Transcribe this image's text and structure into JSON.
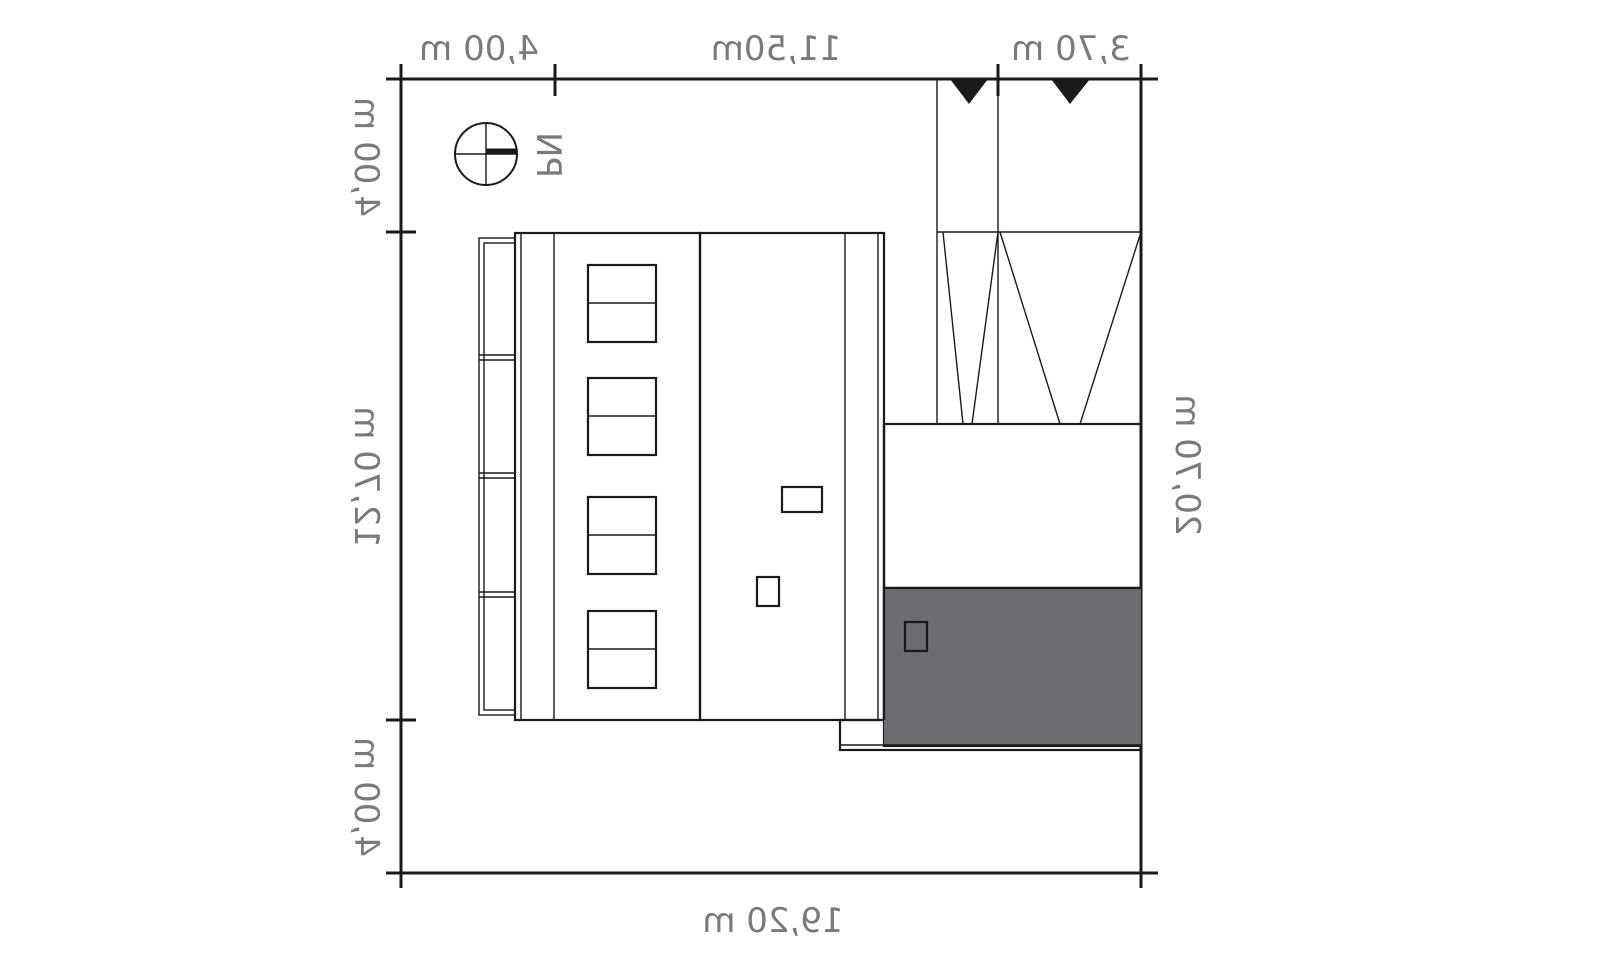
{
  "dimensions": {
    "top_left": "4,00 m",
    "top_middle": "11,50m",
    "top_right": "3,70 m",
    "bottom_total": "19,20 m",
    "left_top": "4,00 m",
    "left_middle": "12,70 m",
    "left_bottom": "4,00 m",
    "right_total": "20,70 m"
  },
  "north_label": "PN",
  "colors": {
    "roof_dark": "#6b6c70",
    "roof_light": "#a8a9ad",
    "window": "#555558",
    "skylight": "#e6e6e6",
    "line": "#1a1a1a",
    "dimension_text": "#7a7a7a"
  }
}
